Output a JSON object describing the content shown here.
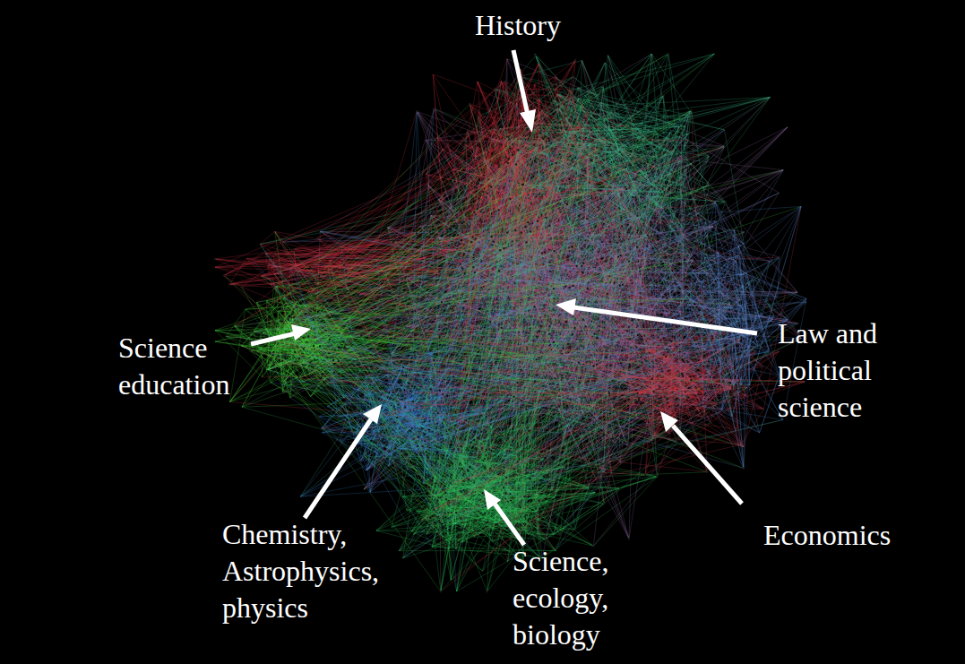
{
  "diagram": {
    "labels": [
      "History",
      "Law and political science",
      "Science education",
      "Chemistry, Astrophysics, physics",
      "Economics",
      "Science, ecology, biology"
    ]
  }
}
